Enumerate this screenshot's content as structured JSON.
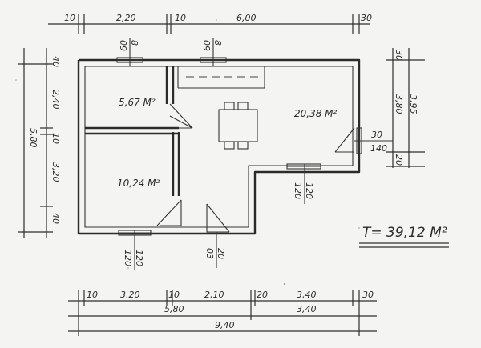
{
  "top_dimensions": [
    "10",
    "2,20",
    "10",
    "6,00",
    "30"
  ],
  "bottom_row1": [
    "10",
    "3,20",
    "10",
    "2,10",
    "20",
    "3,40",
    "30"
  ],
  "bottom_row2": [
    "5,80",
    "3,40"
  ],
  "bottom_total": "9,40",
  "left_dimensions": [
    "40",
    "2,40",
    "5,80",
    "10",
    "3,20",
    "40"
  ],
  "right_dimensions": [
    "30",
    "3,80",
    "3,95",
    "20"
  ],
  "window_labels": {
    "top_left": [
      "09",
      "8"
    ],
    "top_mid": [
      "09",
      "8"
    ],
    "right": [
      "30",
      "140"
    ],
    "inner_bottom": [
      "120",
      "120"
    ],
    "bottom_left": [
      "120",
      "120"
    ],
    "bottom_mid": [
      "03",
      "20"
    ]
  },
  "rooms": {
    "bath": "5,67 M²",
    "living": "20,38 M²",
    "bedroom": "10,24 M²"
  },
  "total_area": "T= 39,12 M²"
}
